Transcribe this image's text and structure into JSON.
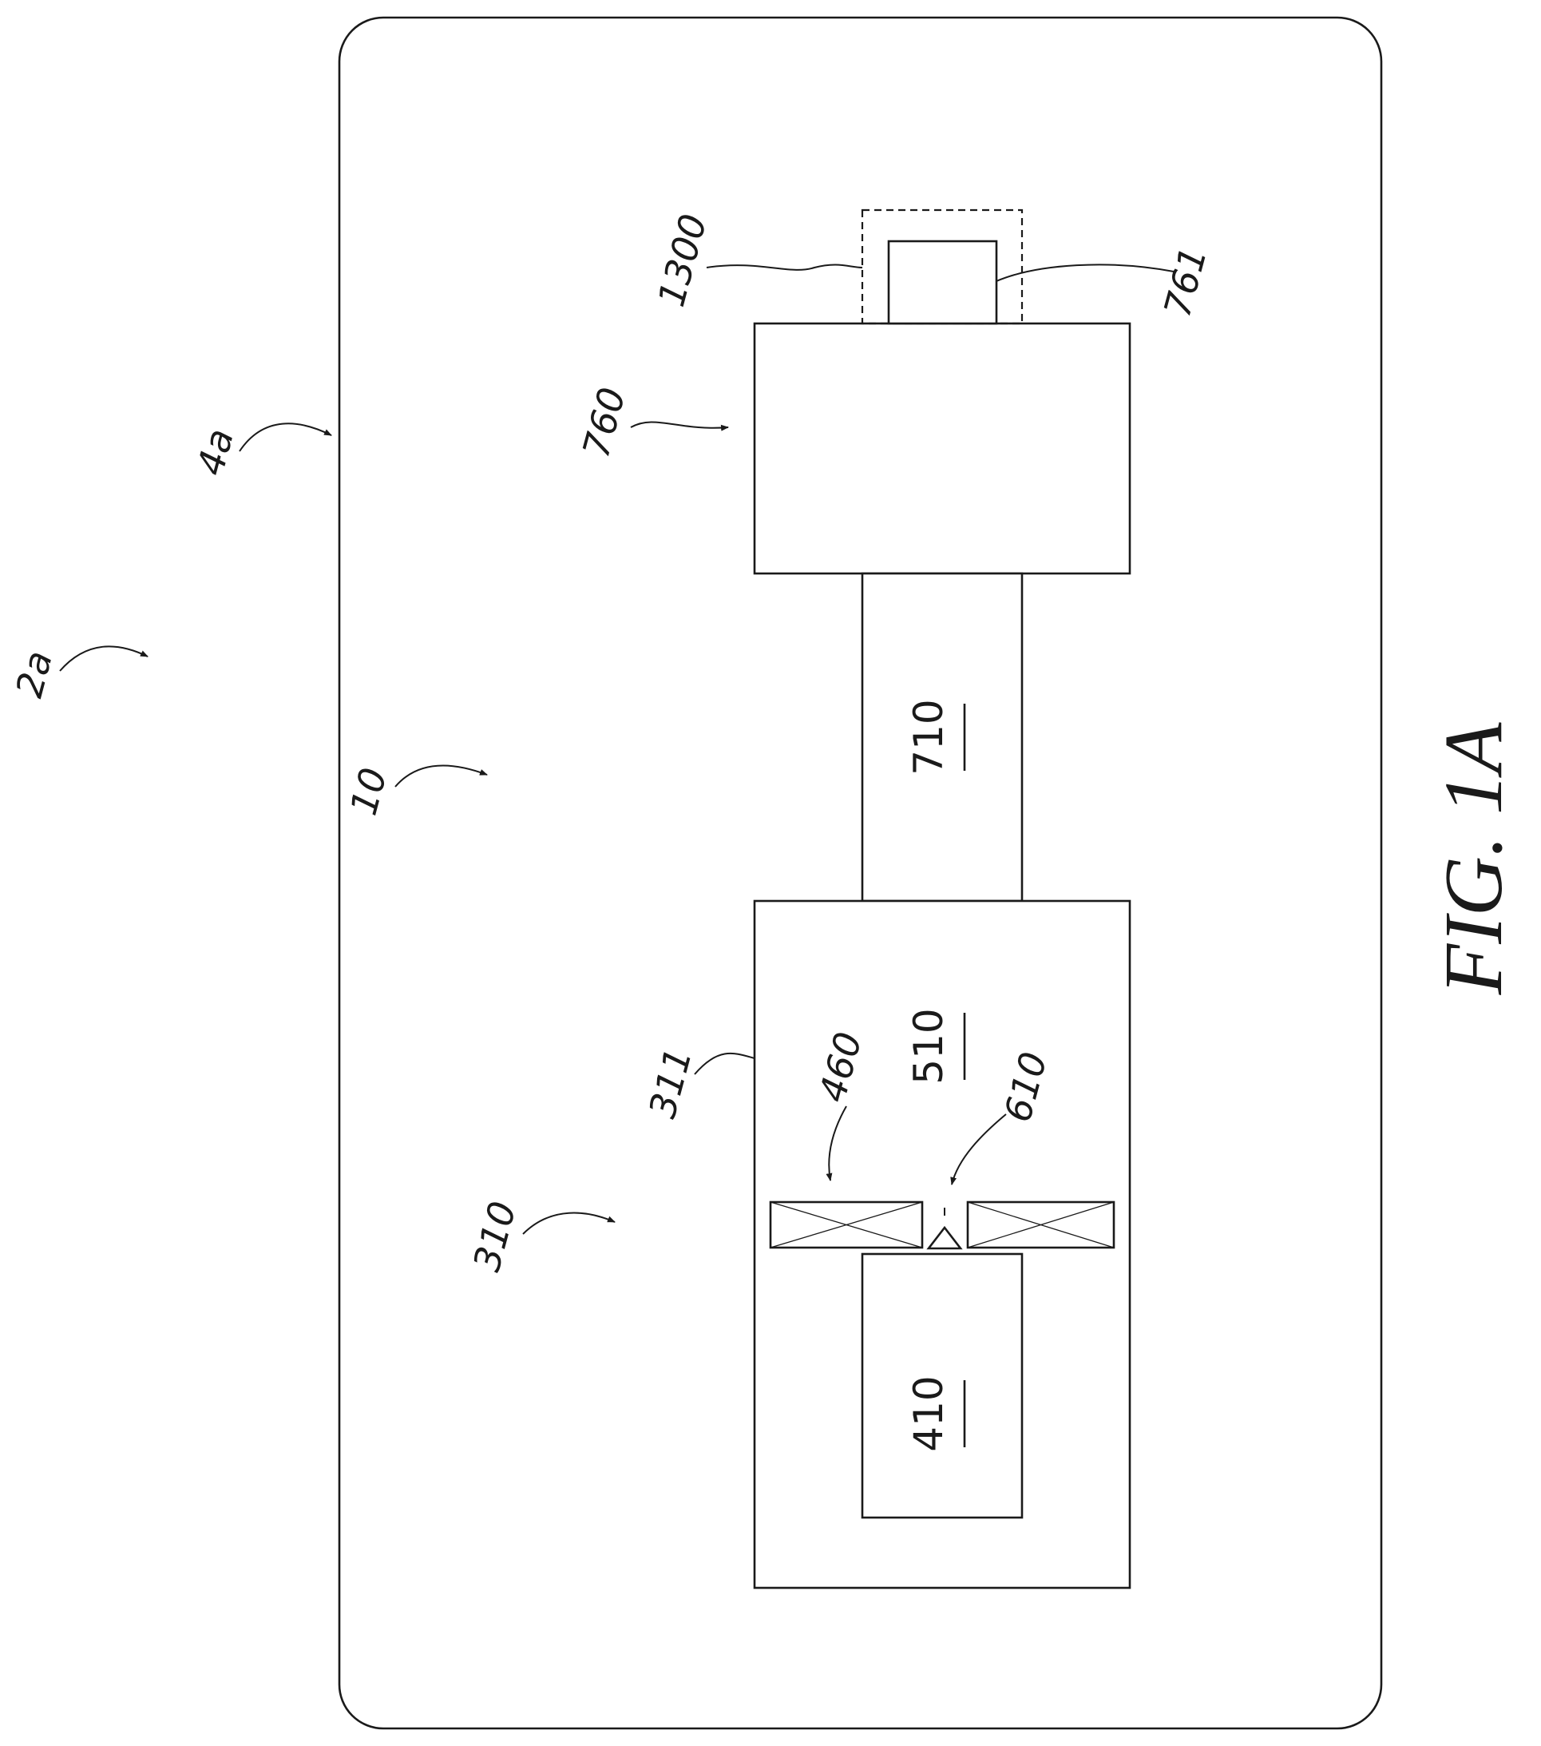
{
  "figure_title": "FIG. 1A",
  "reference_numerals": {
    "system": "2a",
    "housing": "4a",
    "device": "10",
    "assembly": "310",
    "frame": "311",
    "coil": "460",
    "sensor": "610",
    "module": "760",
    "tab": "761",
    "region": "1300"
  },
  "block_labels": {
    "block_410": "410",
    "block_510": "510",
    "block_710": "710"
  }
}
